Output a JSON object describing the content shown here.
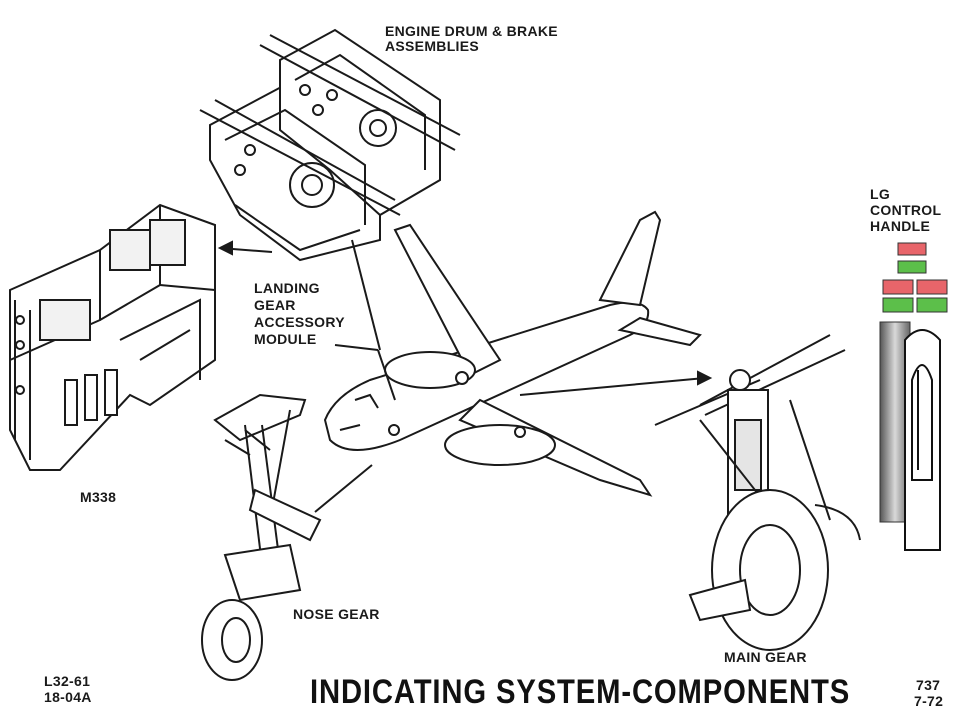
{
  "labels": {
    "engine_drum": "ENGINE DRUM & BRAKE\nASSEMBLIES",
    "lg_handle": "LG\nCONTROL\nHANDLE",
    "module": "LANDING\nGEAR\nACCESSORY\nMODULE",
    "m338": "M338",
    "nose_gear": "NOSE GEAR",
    "main_gear": "MAIN GEAR",
    "ref_left_1": "L32-61",
    "ref_left_2": "18-04A",
    "ref_right_1": "737",
    "ref_right_2": "7-72"
  },
  "title": "INDICATING SYSTEM-COMPONENTS",
  "colors": {
    "ink": "#1a1a1a",
    "light_red": "#e8656a",
    "light_green": "#5cbf4a",
    "handle_gray": "#8a8a8a"
  }
}
